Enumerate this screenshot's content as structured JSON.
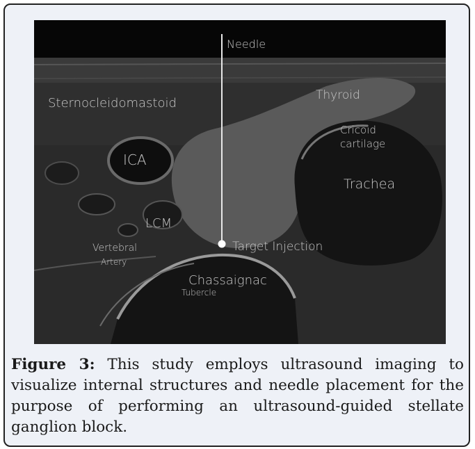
{
  "figure": {
    "labels": {
      "needle": "Needle",
      "sternocleidomastoid": "Sternocleidomastoid",
      "thyroid": "Thyroid",
      "cricoid_line1": "Cricoid",
      "cricoid_line2": "cartilage",
      "ica": "ICA",
      "trachea": "Trachea",
      "lcm": "LCM",
      "vertebral_line1": "Vertebral",
      "vertebral_line2": "Artery",
      "target": "Target Injection",
      "chassaignac_line1": "Chassaignac",
      "chassaignac_line2": "Tubercle"
    }
  },
  "caption": {
    "label": "Figure 3:",
    "text": " This study employs ultrasound imaging to visualize internal structures and needle placement for the purpose of performing an ultrasound-guided stellate ganglion block."
  }
}
